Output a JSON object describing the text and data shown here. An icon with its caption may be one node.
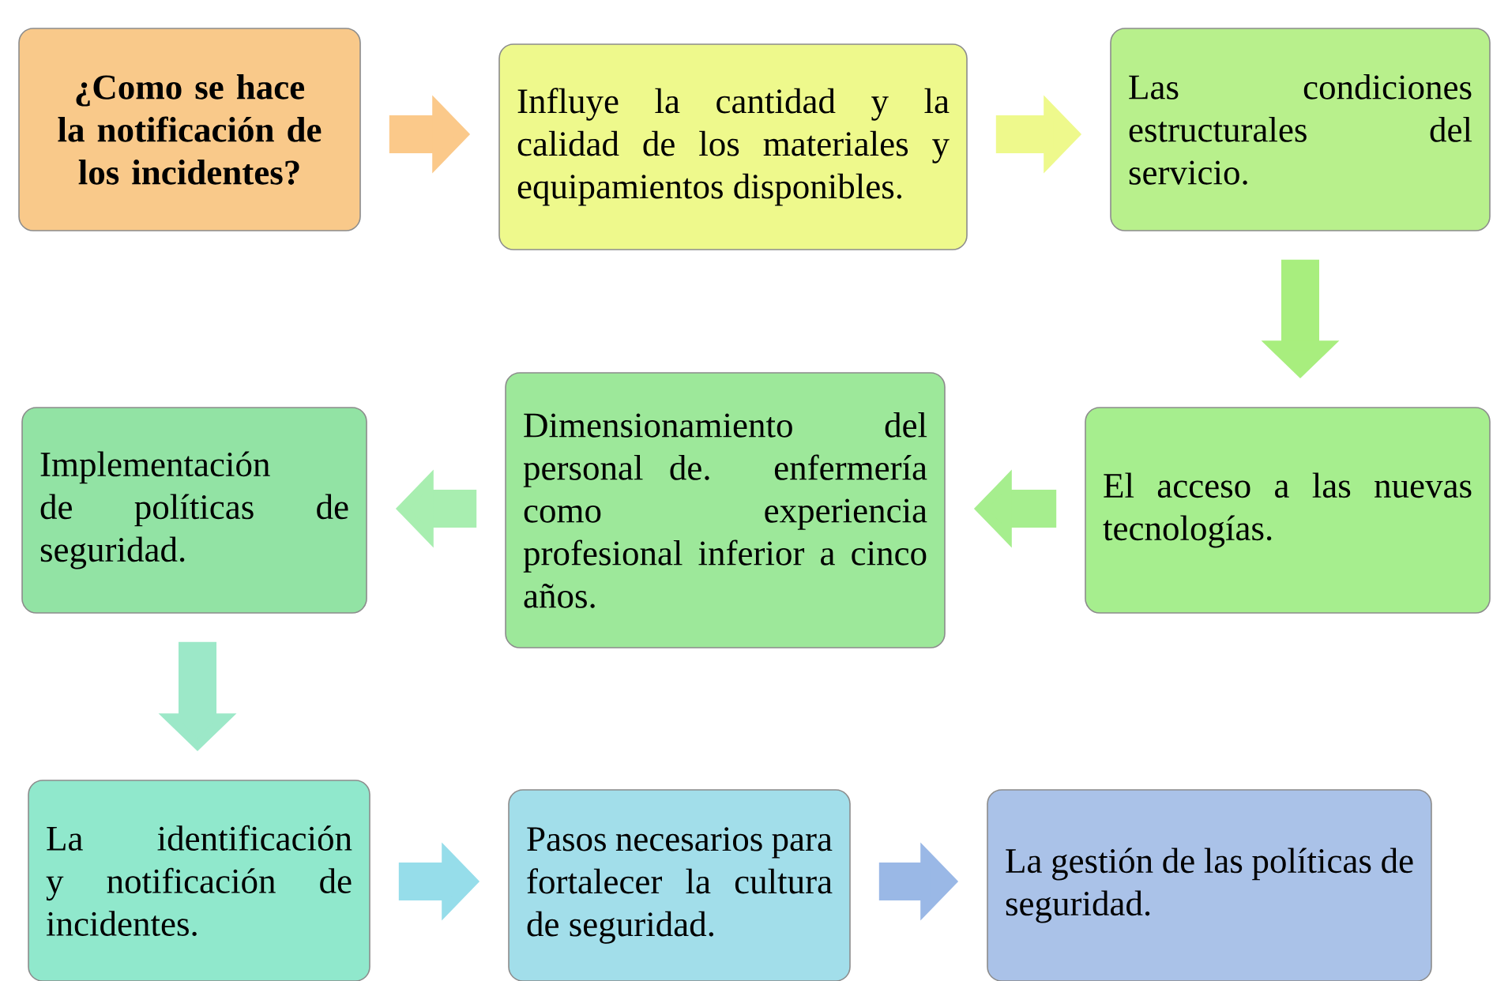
{
  "diagram": {
    "nodes": [
      {
        "text": [
          "¿Como se hace la notificación de los incidentes?"
        ]
      },
      {
        "text": [
          "Influye la cantidad y la calidad de los materiales y equipamientos disponibles."
        ]
      },
      {
        "text": [
          "Las condiciones estructurales del servicio."
        ]
      },
      {
        "text": [
          "El acceso a las nuevas tecnologías."
        ]
      },
      {
        "text": [
          "Dimensionamiento del personal de. enfermería como experiencia profesional inferior a cinco años."
        ]
      },
      {
        "text": [
          "Implementación de políticas de seguridad."
        ]
      },
      {
        "text": [
          "La identificación y notificación de incidentes."
        ]
      },
      {
        "text": [
          "Pasos necesarios para fortalecer la cultura de seguridad."
        ]
      },
      {
        "text": [
          "La gestión de las políticas de seguridad."
        ]
      }
    ],
    "edges": [
      {
        "from": 0,
        "to": 1,
        "arrow": "to",
        "color": "#fbc98a"
      },
      {
        "from": 1,
        "to": 2,
        "arrow": "to",
        "color": "#eef98c"
      },
      {
        "from": 2,
        "to": 3,
        "arrow": "to",
        "color": "#a8ee7e"
      },
      {
        "from": 3,
        "to": 4,
        "arrow": "to",
        "color": "#a6ee8e"
      },
      {
        "from": 4,
        "to": 5,
        "arrow": "to",
        "color": "#a8eeb0"
      },
      {
        "from": 5,
        "to": 6,
        "arrow": "to",
        "color": "#9ce8c8"
      },
      {
        "from": 6,
        "to": 7,
        "arrow": "to",
        "color": "#96ddea"
      },
      {
        "from": 7,
        "to": 8,
        "arrow": "to",
        "color": "#9ab8e6"
      }
    ]
  }
}
